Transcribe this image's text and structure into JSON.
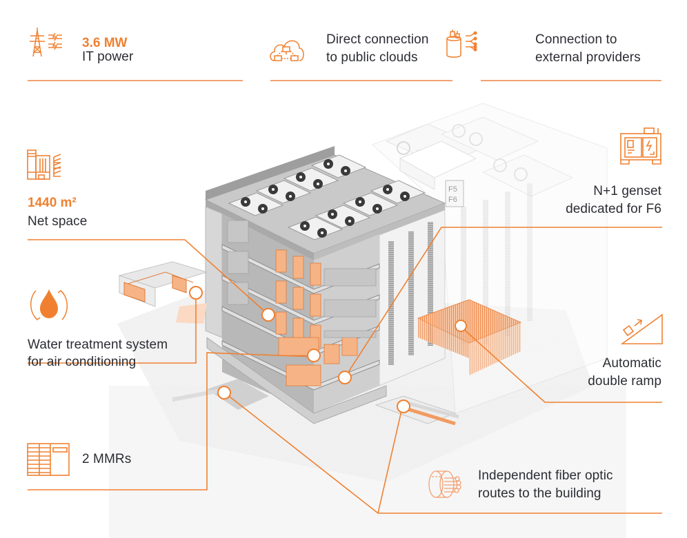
{
  "accent_color": "#f08030",
  "top_features": [
    {
      "icon": "power-pylon-icon",
      "highlight": "3.6 MW",
      "label": "IT power"
    },
    {
      "icon": "cloud-network-icon",
      "line1": "Direct connection",
      "line2": "to public clouds"
    },
    {
      "icon": "cable-providers-icon",
      "line1": "Connection to",
      "line2": "external providers"
    }
  ],
  "left_features": [
    {
      "icon": "floor-space-icon",
      "highlight": "1440 m²",
      "label": "Net space"
    },
    {
      "icon": "water-cycle-icon",
      "line1": "Water treatment system",
      "line2": "for air conditioning"
    },
    {
      "icon": "server-rack-icon",
      "label": "2 MMRs"
    }
  ],
  "right_features": [
    {
      "icon": "generator-icon",
      "line1": "N+1 genset",
      "line2": "dedicated for F6"
    },
    {
      "icon": "ramp-icon",
      "line1": "Automatic",
      "line2": "double ramp"
    },
    {
      "icon": "fiber-optic-cable-icon",
      "line1": "Independent fiber optic",
      "line2": "routes to the building"
    }
  ],
  "building": {
    "sign_top": "F5",
    "sign_bottom": "F6"
  }
}
